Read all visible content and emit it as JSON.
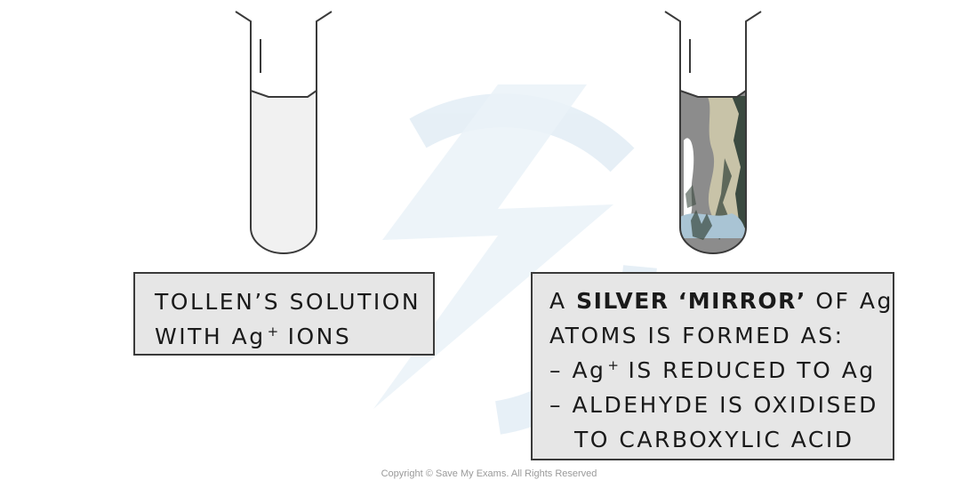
{
  "colors": {
    "outline": "#3a3a3a",
    "label_fill": "#e6e6e6",
    "tube_liquid": "#f1f1f1",
    "mirror_grey": "#8c8c8c",
    "mirror_beige": "#c8c3a8",
    "mirror_dark_green": "#3b4a40",
    "mirror_blue": "#a9c4d4",
    "watermark": "#dde9f3"
  },
  "left_panel": {
    "tube_icon": "test-tube-icon",
    "label_line1": "TOLLEN’S SOLUTION",
    "label_line2_pre": "WITH Ag",
    "label_line2_sup": "+",
    "label_line2_post": " IONS"
  },
  "right_panel": {
    "tube_icon": "silvered-test-tube-icon",
    "line1_pre": "A ",
    "line1_bold": "SILVER ‘MIRROR’",
    "line1_post": " OF Ag",
    "line2": "ATOMS IS FORMED AS:",
    "line3_pre": "– Ag",
    "line3_sup": "+",
    "line3_post": " IS REDUCED TO Ag",
    "line4": "– ALDEHYDE IS OXIDISED",
    "line5": "TO CARBOXYLIC ACID"
  },
  "watermark_icon": "lightning-bolt-logo-icon",
  "copyright": "Copyright © Save My Exams. All Rights Reserved"
}
